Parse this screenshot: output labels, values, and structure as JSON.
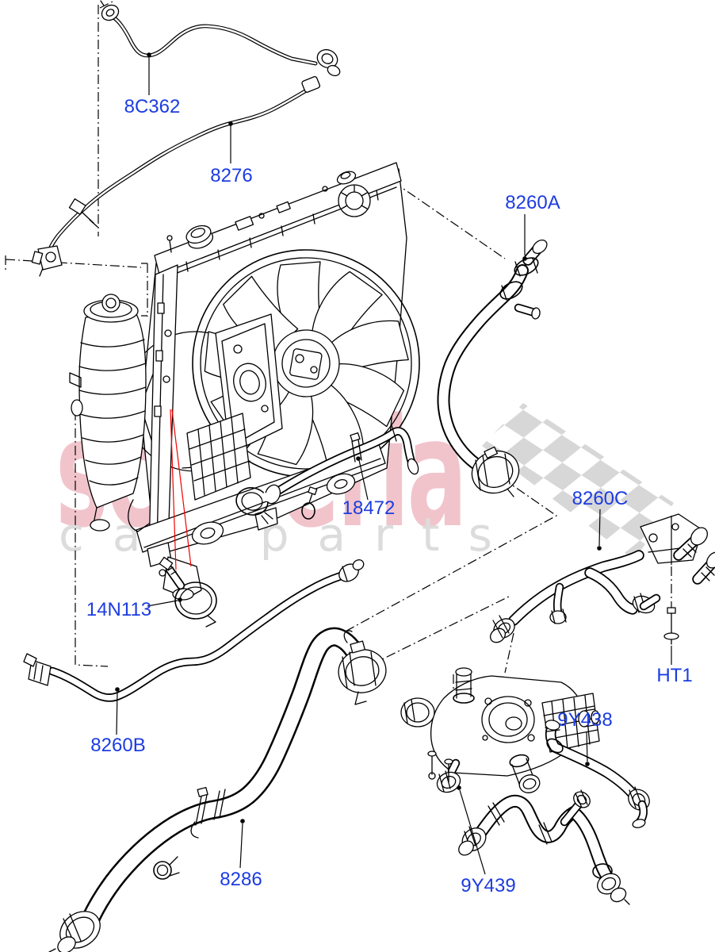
{
  "watermark": {
    "primary": "scuderia",
    "secondary": "car parts"
  },
  "parts": {
    "p8c362": "8C362",
    "p8276": "8276",
    "p8260a": "8260A",
    "p18472": "18472",
    "p8260c": "8260C",
    "p14n113": "14N113",
    "pht1": "HT1",
    "p8260b": "8260B",
    "p9y438": "9Y438",
    "p8286": "8286",
    "p9y439": "9Y439"
  },
  "colors": {
    "part_label_blue": "#1c3ce0",
    "watermark_pink": "#f1c4cc",
    "watermark_grey": "#dcdcdc",
    "checker_grey": "#d7d7d7",
    "highlight_red": "#f20000",
    "linework_black": "#000000",
    "background": "#ffffff"
  }
}
